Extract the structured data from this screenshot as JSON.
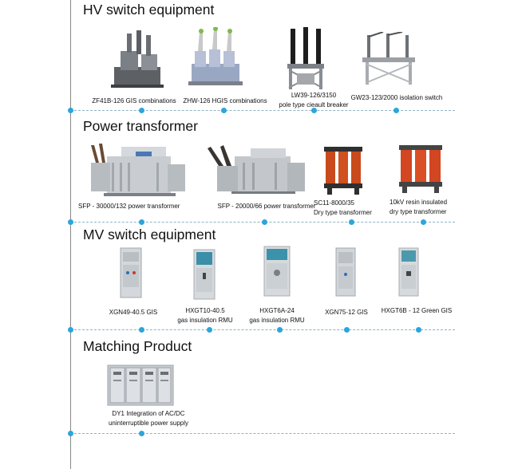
{
  "sections": [
    {
      "title": "HV switch equipment",
      "items": [
        {
          "caption": [
            "ZF41B-126 GIS combinations"
          ],
          "icon": "gis-switchgear-icon"
        },
        {
          "caption": [
            "ZHW-126 HGIS combinations"
          ],
          "icon": "hgis-switchgear-icon"
        },
        {
          "caption": [
            "LW39-126/3150",
            "pole type cieault breaker"
          ],
          "icon": "pole-circuit-breaker-icon"
        },
        {
          "caption": [
            "GW23-123/2000 isolation switch"
          ],
          "icon": "isolation-switch-icon"
        }
      ]
    },
    {
      "title": "Power transformer",
      "items": [
        {
          "caption": [
            "SFP - 30000/132 power transformer"
          ],
          "icon": "power-transformer-icon"
        },
        {
          "caption": [
            "SFP - 20000/66 power transformer"
          ],
          "icon": "power-transformer-icon"
        },
        {
          "caption": [
            "SC11-8000/35",
            "Dry type transformer"
          ],
          "icon": "dry-type-transformer-icon"
        },
        {
          "caption": [
            "10kV resin insulated",
            "dry type transformer"
          ],
          "icon": "resin-transformer-icon"
        }
      ]
    },
    {
      "title": "MV switch equipment",
      "items": [
        {
          "caption": [
            "XGN49-40.5 GIS"
          ],
          "icon": "mv-cabinet-icon"
        },
        {
          "caption": [
            "HXGT10-40.5",
            "gas insulation RMU"
          ],
          "icon": "rmu-cabinet-icon"
        },
        {
          "caption": [
            "HXGT6A-24",
            "gas insulation RMU"
          ],
          "icon": "rmu-cabinet-icon"
        },
        {
          "caption": [
            "XGN75-12 GIS"
          ],
          "icon": "mv-cabinet-icon"
        },
        {
          "caption": [
            "HXGT6B - 12 Green GIS"
          ],
          "icon": "green-gis-cabinet-icon"
        }
      ]
    },
    {
      "title": "Matching Product",
      "items": [
        {
          "caption": [
            "DY1 Integration of AC/DC",
            "uninterruptible power supply"
          ],
          "icon": "ups-cabinet-icon"
        }
      ]
    }
  ]
}
